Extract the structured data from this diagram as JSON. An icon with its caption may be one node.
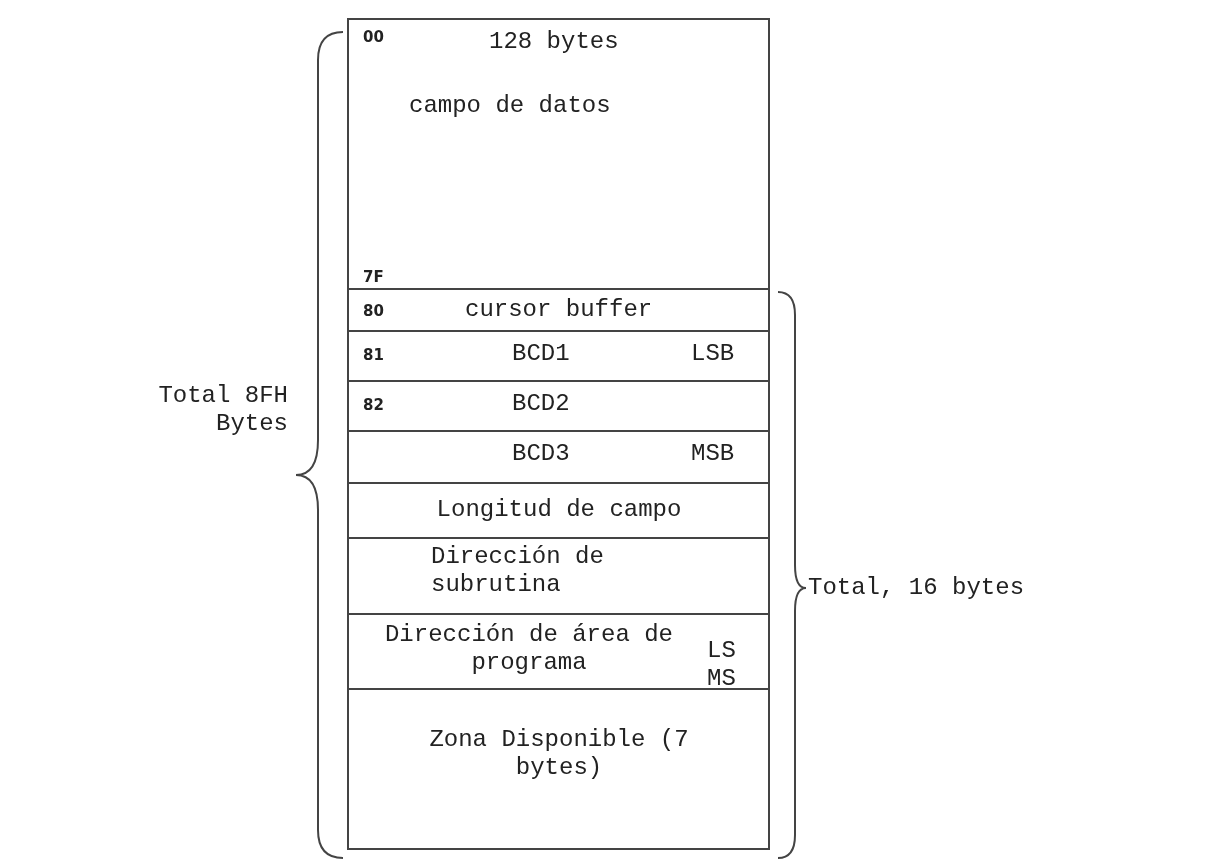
{
  "diagram": {
    "nodes": [
      {
        "text": [
          "00",
          "128 bytes",
          "campo de datos",
          "7F"
        ]
      },
      {
        "text": [
          "80",
          "cursor buffer"
        ]
      },
      {
        "text": [
          "81",
          "BCD1",
          "LSB"
        ]
      },
      {
        "text": [
          "82",
          "BCD2"
        ]
      },
      {
        "text": [
          "BCD3",
          "MSB"
        ]
      },
      {
        "text": [
          "Longitud de campo"
        ]
      },
      {
        "text": [
          "Dirección de subrutina"
        ]
      },
      {
        "text": [
          "Dirección de área de programa",
          "LS",
          "MS"
        ]
      },
      {
        "text": [
          "Zona Disponible (7 bytes)"
        ]
      }
    ],
    "edges": [],
    "labels": [
      "Total 8FH Bytes",
      "Total, 16 bytes"
    ]
  }
}
